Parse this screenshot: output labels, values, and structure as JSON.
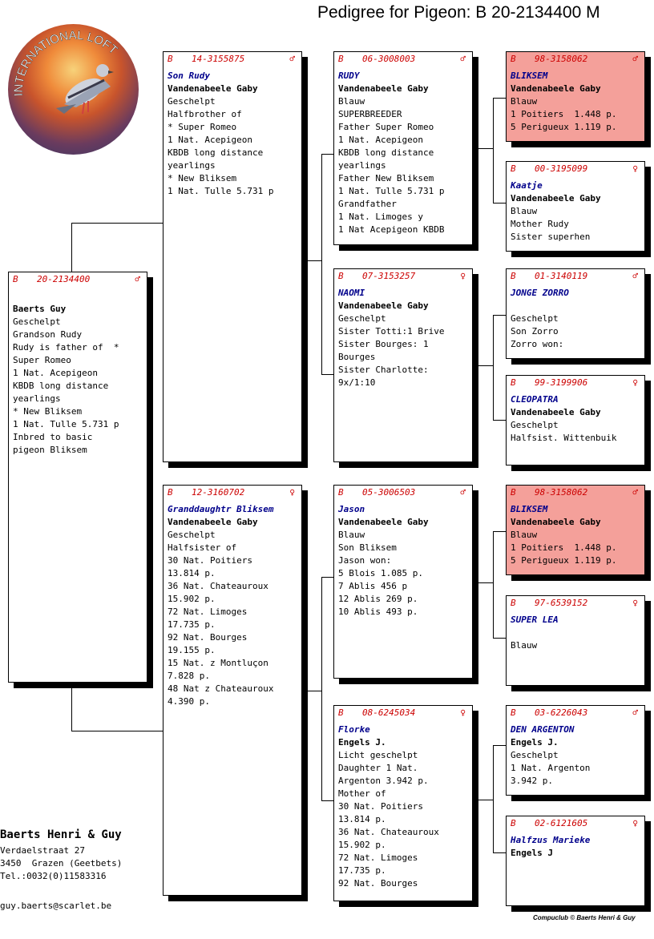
{
  "title": "Pedigree for Pigeon: B   20-2134400 M",
  "logo": {
    "text": "INTERNATIONAL LOFT"
  },
  "colors": {
    "header_red": "#c00000",
    "name_blue": "#00008b",
    "highlight": "#f4a09a"
  },
  "boxes": {
    "subject": {
      "cc": "B",
      "num": "20-2134400",
      "sex": "♂",
      "name": "",
      "owner": "Baerts Guy",
      "lines": [
        "Geschelpt",
        "Grandson Rudy",
        "Rudy is father of  *",
        "Super Romeo",
        "1 Nat. Acepigeon",
        "KBDB long distance",
        "yearlings",
        "* New Bliksem",
        "1 Nat. Tulle 5.731 p",
        "Inbred to basic",
        "pigeon Bliksem"
      ]
    },
    "sire": {
      "cc": "B",
      "num": "14-3155875",
      "sex": "♂",
      "name": "Son Rudy",
      "owner": "Vandenabeele Gaby",
      "lines": [
        "Geschelpt",
        "Halfbrother of",
        "* Super Romeo",
        "1 Nat. Acepigeon",
        "KBDB long distance",
        "yearlings",
        "* New Bliksem",
        "1 Nat. Tulle 5.731 p"
      ]
    },
    "dam": {
      "cc": "B",
      "num": "12-3160702",
      "sex": "♀",
      "name": "Granddaughtr Bliksem",
      "owner": "Vandenabeele Gaby",
      "lines": [
        "Geschelpt",
        "Halfsister of",
        "30 Nat. Poitiers",
        "13.814 p.",
        "36 Nat. Chateauroux",
        "15.902 p.",
        "72 Nat. Limoges",
        "17.735 p.",
        "92 Nat. Bourges",
        "19.155 p.",
        "15 Nat. z Montluçon",
        "7.828 p.",
        "48 Nat z Chateauroux",
        "4.390 p."
      ]
    },
    "ss": {
      "cc": "B",
      "num": "06-3008003",
      "sex": "♂",
      "name": "RUDY",
      "owner": "Vandenabeele Gaby",
      "lines": [
        "Blauw",
        "SUPERBREEDER",
        "Father Super Romeo",
        "1 Nat. Acepigeon",
        "KBDB long distance",
        "yearlings",
        "Father New Bliksem",
        "1 Nat. Tulle 5.731 p",
        "Grandfather",
        "1 Nat. Limoges y",
        "1 Nat Acepigeon KBDB"
      ]
    },
    "sd": {
      "cc": "B",
      "num": "07-3153257",
      "sex": "♀",
      "name": "NAOMI",
      "owner": "Vandenabeele Gaby",
      "lines": [
        "Geschelpt",
        "Sister Totti:1 Brive",
        "Sister Bourges: 1",
        "Bourges",
        "Sister Charlotte:",
        "9x/1:10"
      ]
    },
    "ds": {
      "cc": "B",
      "num": "05-3006503",
      "sex": "♂",
      "name": "Jason",
      "owner": "Vandenabeele Gaby",
      "lines": [
        "Blauw",
        "Son Bliksem",
        "Jason won:",
        "5 Blois 1.085 p.",
        "7 Ablis 456 p",
        "12 Ablis 269 p.",
        "10 Ablis 493 p."
      ]
    },
    "dd": {
      "cc": "B",
      "num": "08-6245034",
      "sex": "♀",
      "name": "Florke",
      "owner": "Engels J.",
      "lines": [
        "Licht geschelpt",
        "Daughter 1 Nat.",
        "Argenton 3.942 p.",
        "Mother of",
        "30 Nat. Poitiers",
        "13.814 p.",
        "36 Nat. Chateauroux",
        "15.902 p.",
        "72 Nat. Limoges",
        "17.735 p.",
        "92 Nat. Bourges"
      ]
    },
    "sss": {
      "cc": "B",
      "num": "98-3158062",
      "sex": "♂",
      "name": "BLIKSEM",
      "owner": "Vandenabeele Gaby",
      "lines": [
        "Blauw",
        "1 Poitiers  1.448 p.",
        "5 Perigueux 1.119 p."
      ]
    },
    "ssd": {
      "cc": "B",
      "num": "00-3195099",
      "sex": "♀",
      "name": "Kaatje",
      "owner": "Vandenabeele Gaby",
      "lines": [
        "Blauw",
        "Mother Rudy",
        "Sister superhen"
      ]
    },
    "sds": {
      "cc": "B",
      "num": "01-3140119",
      "sex": "♂",
      "name": "JONGE ZORRO",
      "owner": "",
      "lines": [
        "Geschelpt",
        "Son Zorro",
        "Zorro won:"
      ]
    },
    "sdd": {
      "cc": "B",
      "num": "99-3199906",
      "sex": "♀",
      "name": "CLEOPATRA",
      "owner": "Vandenabeele Gaby",
      "lines": [
        "Geschelpt",
        "Halfsist. Wittenbuik"
      ]
    },
    "dss": {
      "cc": "B",
      "num": "98-3158062",
      "sex": "♂",
      "name": "BLIKSEM",
      "owner": "Vandenabeele Gaby",
      "lines": [
        "Blauw",
        "1 Poitiers  1.448 p.",
        "5 Perigueux 1.119 p."
      ]
    },
    "dsd": {
      "cc": "B",
      "num": "97-6539152",
      "sex": "♀",
      "name": "SUPER LEA",
      "owner": "",
      "lines": [
        "Blauw"
      ]
    },
    "dds": {
      "cc": "B",
      "num": "03-6226043",
      "sex": "♂",
      "name": "DEN ARGENTON",
      "owner": "Engels J.",
      "lines": [
        "Geschelpt",
        "1 Nat. Argenton",
        "3.942 p."
      ]
    },
    "ddd": {
      "cc": "B",
      "num": "02-6121605",
      "sex": "♀",
      "name": "Halfzus Marieke",
      "owner": "Engels J",
      "lines": []
    }
  },
  "address": {
    "name": "Baerts Henri & Guy",
    "lines": [
      "Verdaelstraat 27",
      "3450  Grazen (Geetbets)",
      "Tel.:0032(0)11583316"
    ],
    "email": "guy.baerts@scarlet.be"
  },
  "footer": "Compuclub © Baerts Henri & Guy"
}
